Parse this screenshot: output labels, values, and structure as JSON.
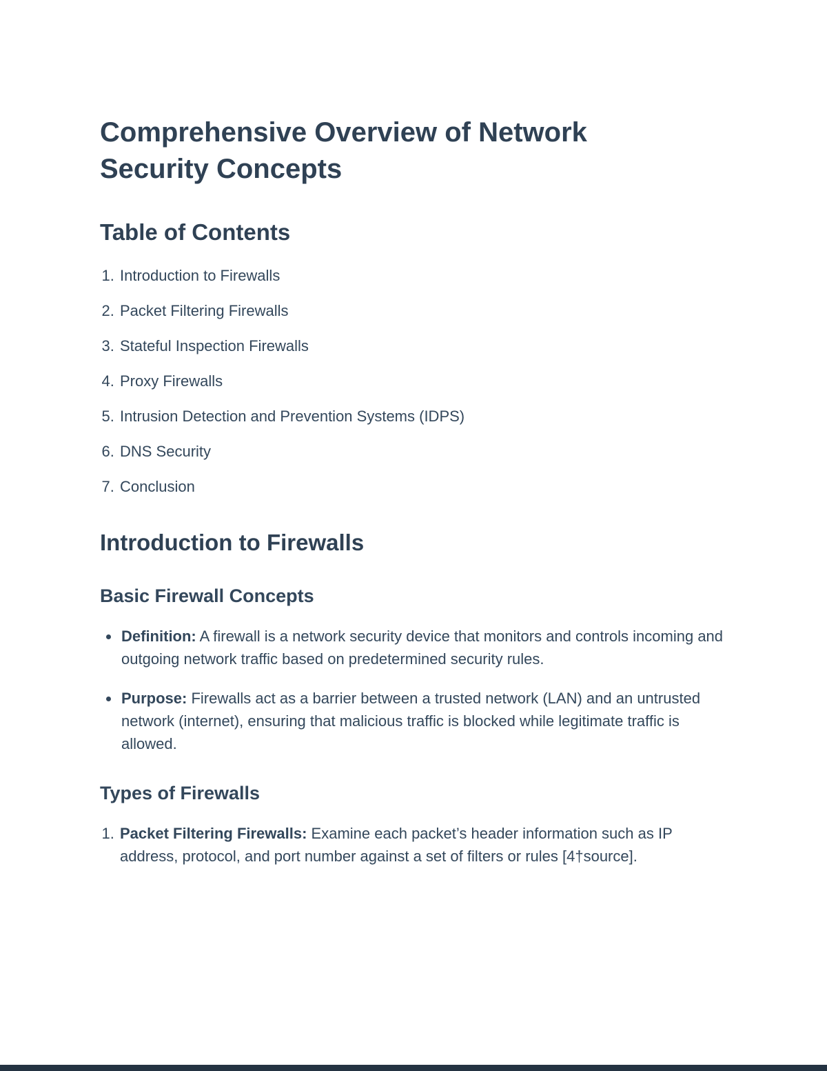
{
  "document": {
    "title": "Comprehensive Overview of Network Security Concepts",
    "toc": {
      "heading": "Table of Contents",
      "items": [
        "Introduction to Firewalls",
        "Packet Filtering Firewalls",
        "Stateful Inspection Firewalls",
        "Proxy Firewalls",
        "Intrusion Detection and Prevention Systems (IDPS)",
        "DNS Security",
        "Conclusion"
      ]
    },
    "intro_section": {
      "heading": "Introduction to Firewalls",
      "basic_concepts": {
        "heading": "Basic Firewall Concepts",
        "bullets": [
          {
            "label": "Definition:",
            "text": " A firewall is a network security device that monitors and controls incoming and outgoing network traffic based on predetermined security rules."
          },
          {
            "label": "Purpose:",
            "text": " Firewalls act as a barrier between a trusted network (LAN) and an untrusted network (internet), ensuring that malicious traffic is blocked while legitimate traffic is allowed."
          }
        ]
      },
      "types": {
        "heading": "Types of Firewalls",
        "items": [
          {
            "label": "Packet Filtering Firewalls:",
            "text": " Examine each packet’s header information such as IP address, protocol, and port number against a set of filters or rules [4†source]."
          }
        ]
      }
    },
    "colors": {
      "text": "#33475b",
      "footer_bar": "#243342"
    }
  }
}
